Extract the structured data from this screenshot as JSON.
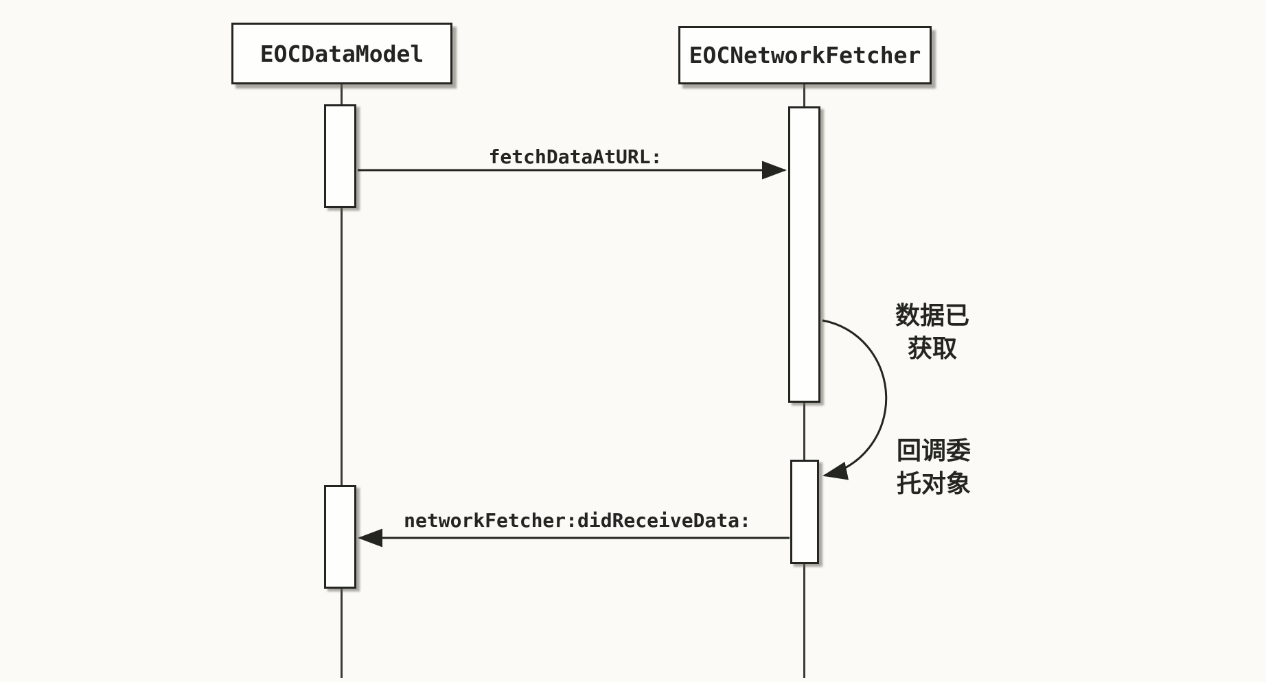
{
  "diagram": {
    "type": "uml-sequence",
    "colors": {
      "ink": "#242421",
      "paper": "#fbfaf7"
    },
    "participants": [
      {
        "name": "EOCDataModel"
      },
      {
        "name": "EOCNetworkFetcher"
      }
    ],
    "messages": [
      {
        "label": "fetchDataAtURL:"
      },
      {
        "label": "networkFetcher:didReceiveData:"
      }
    ],
    "annotations": [
      {
        "text": "数据已获取",
        "lines": [
          "数据已",
          "获取"
        ]
      },
      {
        "text": "回调委托对象",
        "lines": [
          "回调委",
          "托对象"
        ]
      }
    ]
  }
}
